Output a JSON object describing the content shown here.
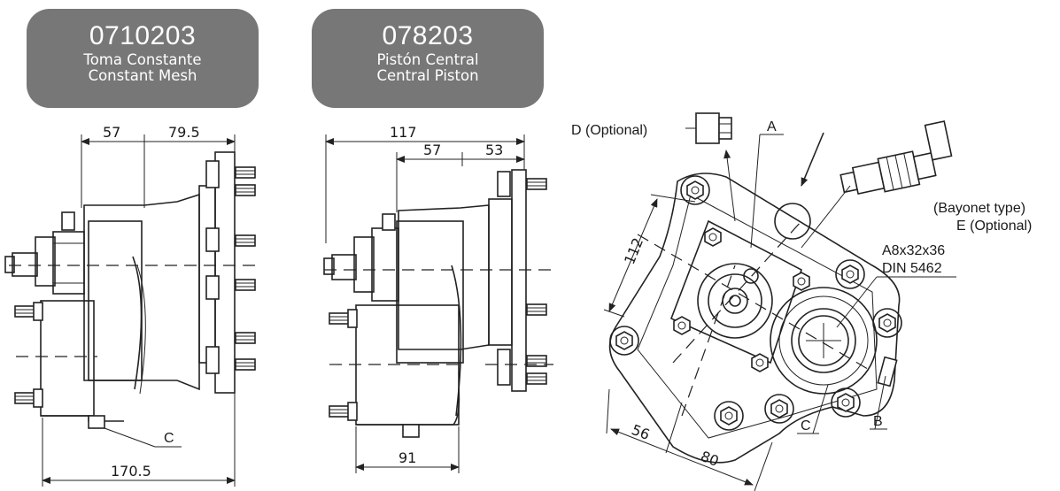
{
  "badges": [
    {
      "code": "0710203",
      "line1": "Toma Constante",
      "line2": "Constant Mesh"
    },
    {
      "code": "078203",
      "line1": "Pistón Central",
      "line2": "Central Piston"
    }
  ],
  "dimensions": {
    "left": {
      "d57": "57",
      "d79": "79.5",
      "d170": "170.5",
      "c": "C"
    },
    "middle": {
      "d117": "117",
      "d57": "57",
      "d53": "53",
      "d91": "91"
    },
    "right": {
      "d112": "112",
      "d56": "56",
      "d80": "80"
    }
  },
  "labels": {
    "d_optional": "D (Optional)",
    "a": "A",
    "bayonet": "(Bayonet type)",
    "e_optional": "E (Optional)",
    "spline1": "A8x32x36",
    "spline2": "DIN 5462",
    "b": "B",
    "c": "C"
  }
}
